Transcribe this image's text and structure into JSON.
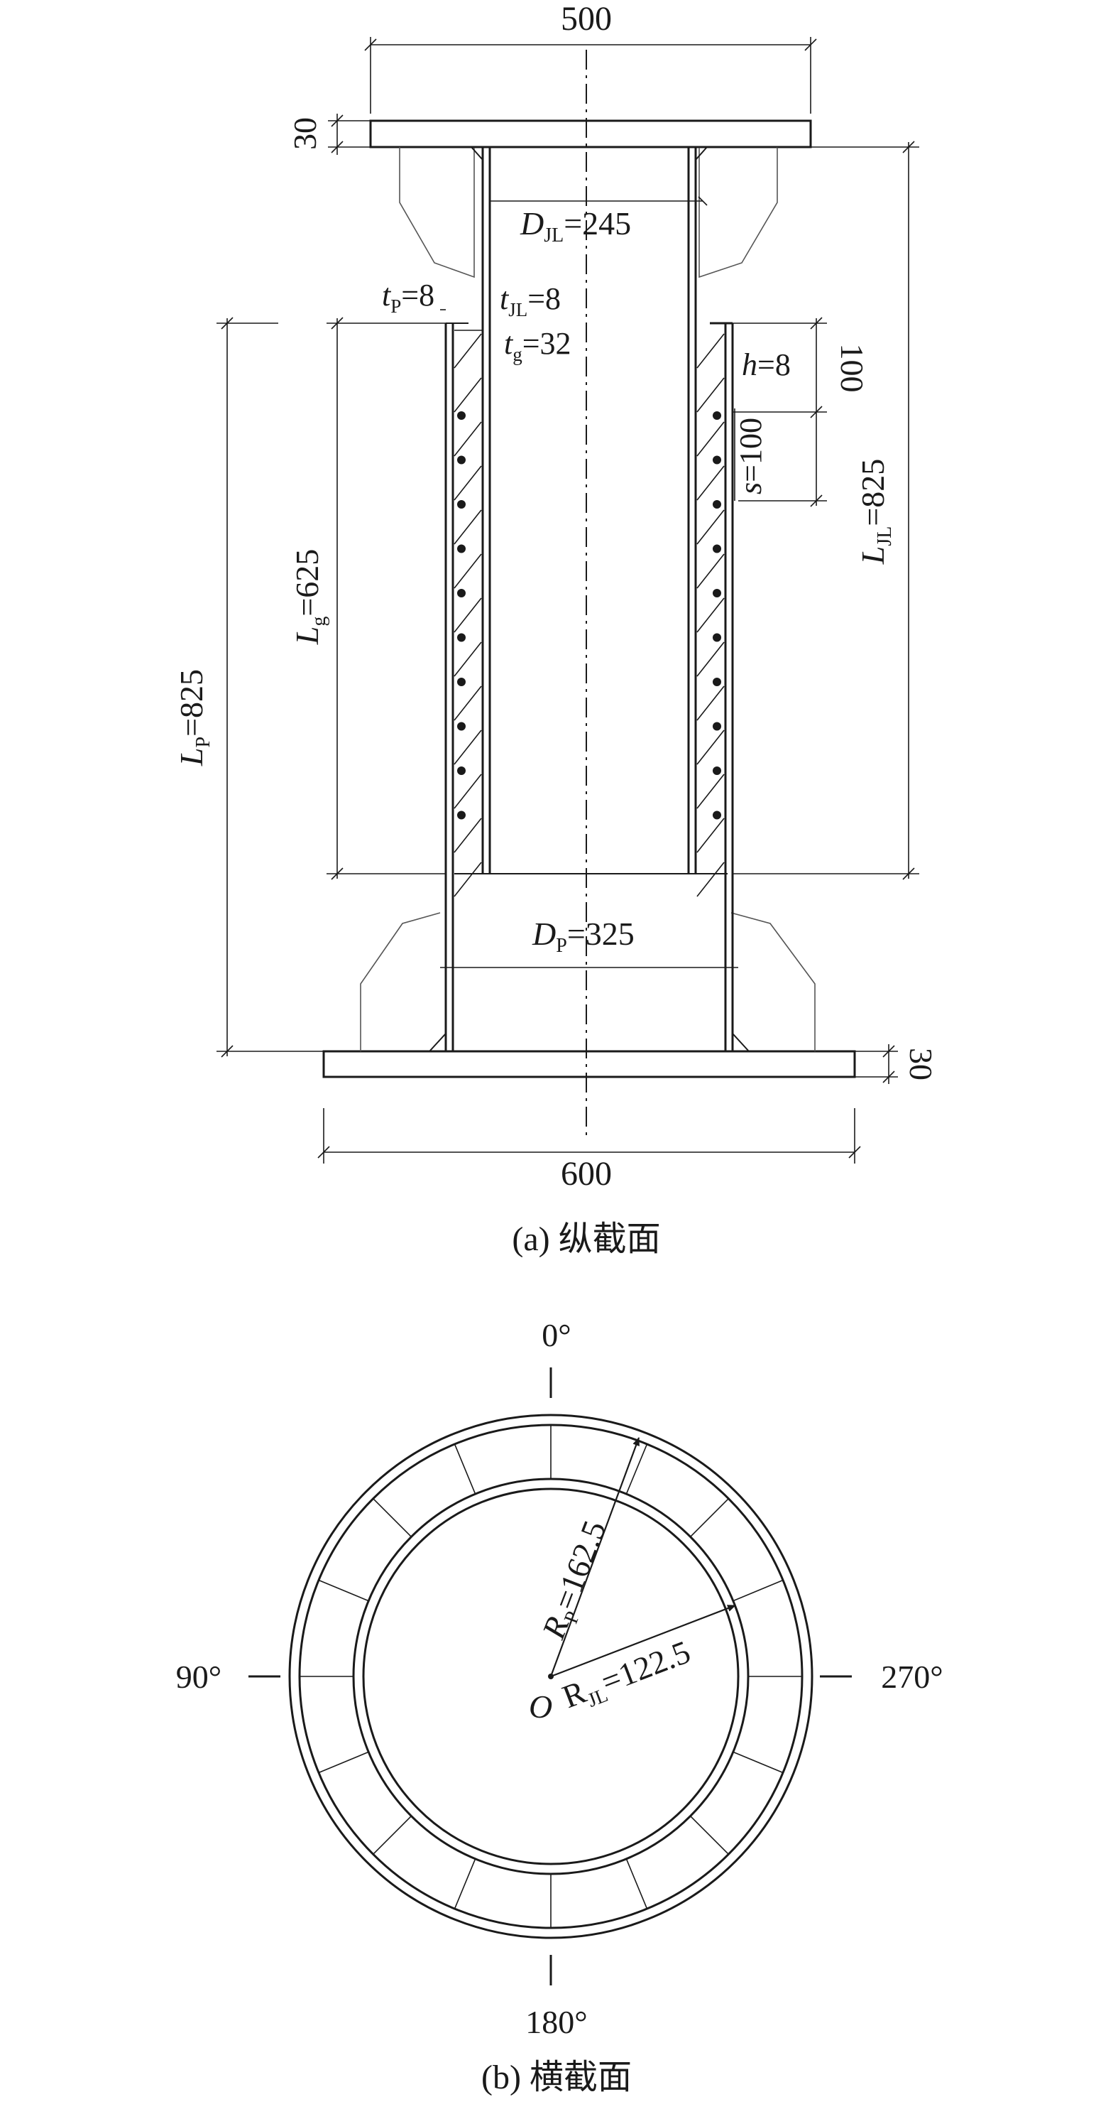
{
  "longitudinal": {
    "caption": "(a) 纵截面",
    "dim_top_width": "500",
    "dim_bottom_width": "600",
    "dim_top_plate": "30",
    "dim_bottom_plate": "30",
    "D_JL": {
      "sym": "D",
      "sub": "JL",
      "val": "=245"
    },
    "D_P": {
      "sym": "D",
      "sub": "P",
      "val": "=325"
    },
    "t_P": {
      "sym": "t",
      "sub": "P",
      "val": "=8"
    },
    "t_JL": {
      "sym": "t",
      "sub": "JL",
      "val": "=8"
    },
    "t_g": {
      "sym": "t",
      "sub": "g",
      "val": "=32"
    },
    "h": {
      "sym": "h",
      "val": "=8"
    },
    "s": {
      "sym": "s",
      "val": "=100"
    },
    "dim_100": "100",
    "L_JL": {
      "sym": "L",
      "sub": "JL",
      "val": "=825"
    },
    "L_g": {
      "sym": "L",
      "sub": "g",
      "val": "=625"
    },
    "L_P": {
      "sym": "L",
      "sub": "P",
      "val": "=825"
    }
  },
  "cross": {
    "caption": "(b) 横截面",
    "angle_top": "0°",
    "angle_left": "90°",
    "angle_right": "270°",
    "angle_bottom": "180°",
    "origin": "O",
    "R_P": {
      "sym": "R",
      "sub": "P",
      "val": "=162.5"
    },
    "R_JL": {
      "sym": "R",
      "sub": "JL",
      "val": "=122.5"
    }
  }
}
